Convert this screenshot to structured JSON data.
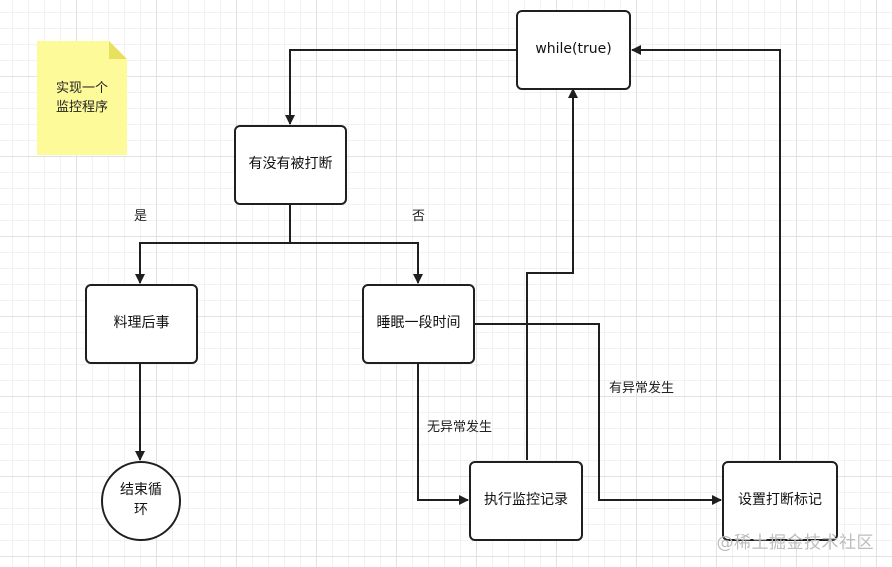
{
  "note": {
    "text": "实现一个\n监控程序"
  },
  "nodes": {
    "loop": "while(true)",
    "check_interrupt": "有没有被打断",
    "cleanup": "料理后事",
    "sleep": "睡眠一段时间",
    "end_loop": "结束循\n环",
    "log": "执行监控记录",
    "set_flag": "设置打断标记"
  },
  "labels": {
    "yes": "是",
    "no": "否",
    "no_exception": "无异常发生",
    "exception": "有异常发生"
  },
  "watermark": "@稀土掘金技术社区"
}
